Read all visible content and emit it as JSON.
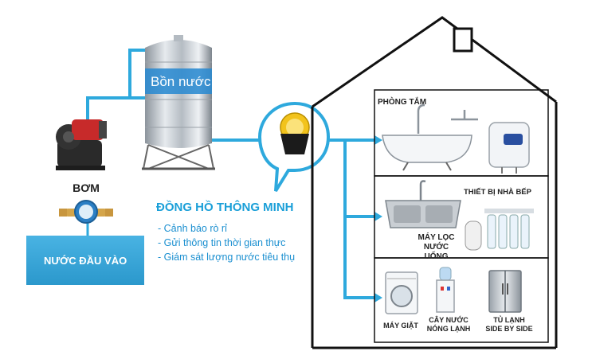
{
  "tank": {
    "label": "Bồn nước"
  },
  "pump": {
    "label": "BƠM"
  },
  "water_input": {
    "label": "NƯỚC ĐẦU VÀO"
  },
  "smart_meter": {
    "title": "ĐỒNG HỒ THÔNG MINH",
    "features": [
      "- Cảnh báo rò rỉ",
      "- Gửi thông tin thời gian thực",
      "- Giám sát lượng nước tiêu thụ"
    ]
  },
  "rooms": {
    "bathroom": "PHÒNG TẮM",
    "kitchen": "THIẾT BỊ NHÀ BẾP",
    "ro_filter": [
      "MÁY LỌC",
      "NƯỚC UỐNG"
    ],
    "washer": "MÁY GIẶT",
    "dispenser": [
      "CÂY NƯỚC",
      "NÓNG LẠNH"
    ],
    "fridge": [
      "TỦ LẠNH",
      "SIDE BY SIDE"
    ]
  },
  "colors": {
    "pipe": "#2ea9dd",
    "input_box": "#3aa7d9",
    "house": "#111111"
  }
}
